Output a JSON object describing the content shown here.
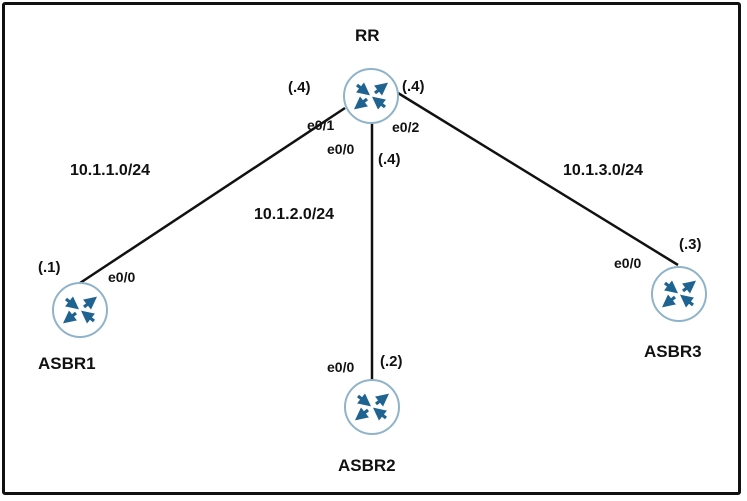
{
  "devices": {
    "rr": {
      "name": "RR"
    },
    "asbr1": {
      "name": "ASBR1"
    },
    "asbr2": {
      "name": "ASBR2"
    },
    "asbr3": {
      "name": "ASBR3"
    }
  },
  "links": {
    "rr_asbr1": {
      "network": "10.1.1.0/24",
      "rr_iface": "e0/1",
      "rr_host": "(.4)",
      "peer_iface": "e0/0",
      "peer_host": "(.1)"
    },
    "rr_asbr2": {
      "network": "10.1.2.0/24",
      "rr_iface": "e0/0",
      "rr_host": "(.4)",
      "peer_iface": "e0/0",
      "peer_host": "(.2)"
    },
    "rr_asbr3": {
      "network": "10.1.3.0/24",
      "rr_iface": "e0/2",
      "rr_host": "(.4)",
      "peer_iface": "e0/0",
      "peer_host": "(.3)"
    }
  },
  "colors": {
    "router_fill": "#ffffff",
    "router_stroke": "#8fb3c9",
    "router_arrows": "#1f6391",
    "link": "#111111"
  },
  "icons": {
    "router": "router-icon"
  }
}
